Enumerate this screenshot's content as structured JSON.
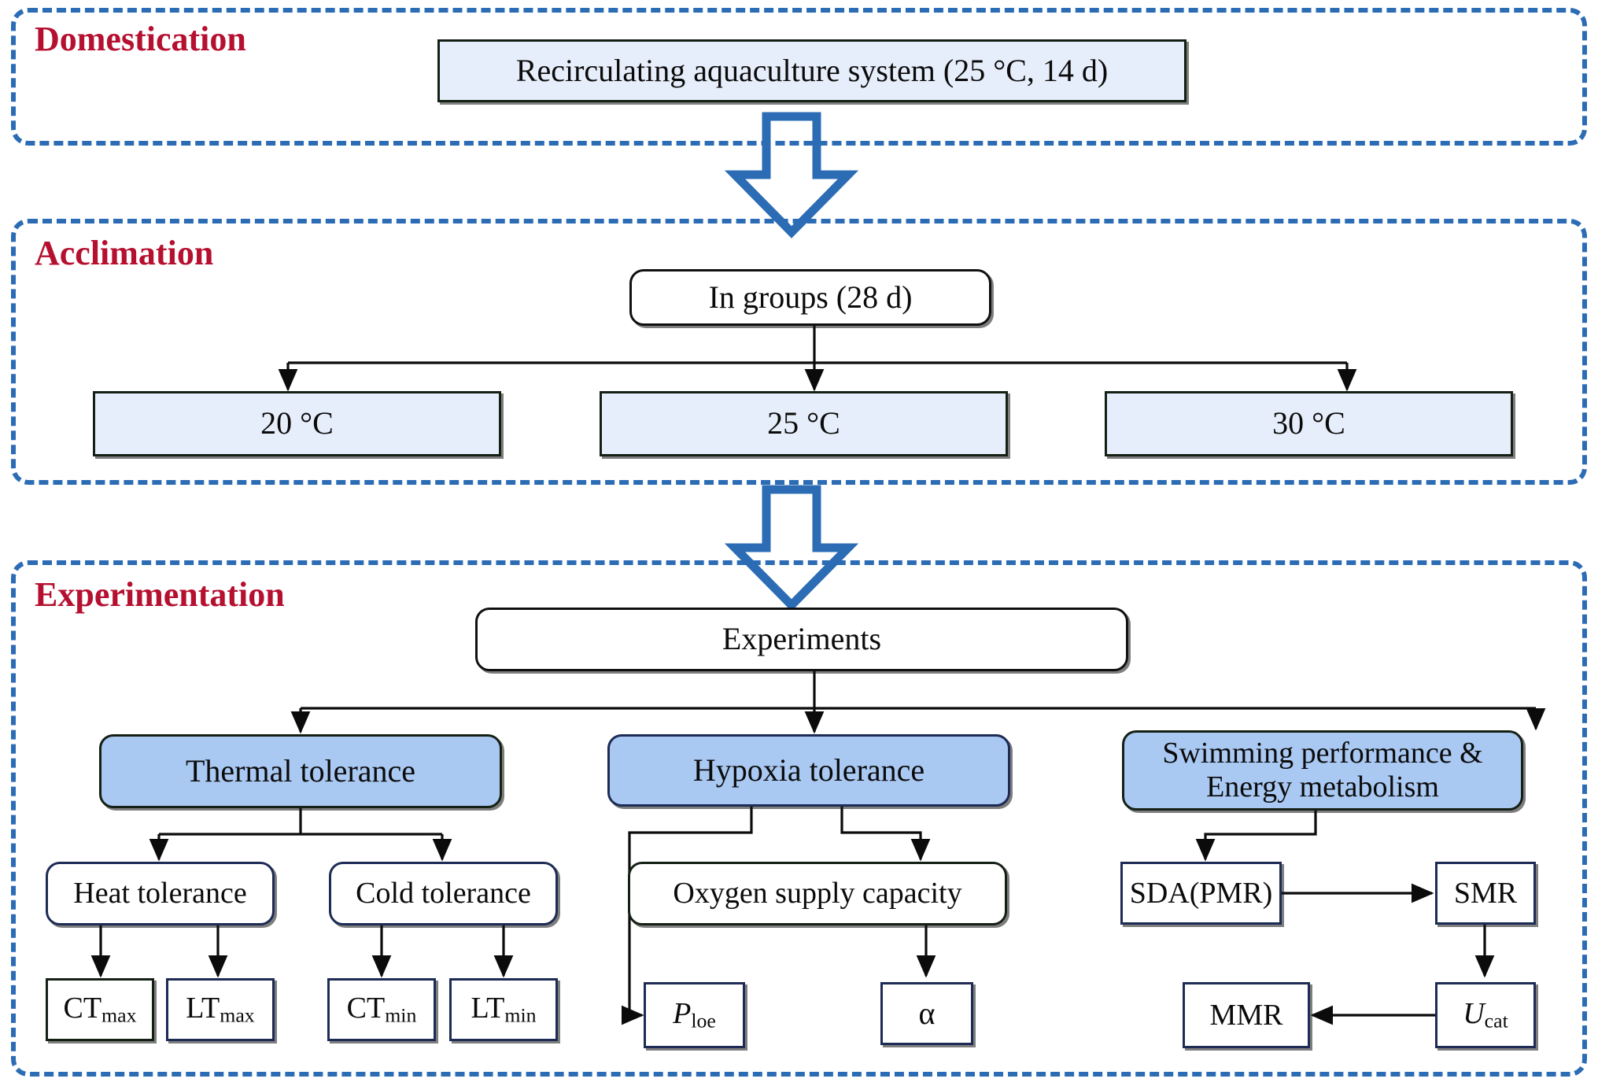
{
  "figure": {
    "type": "flowchart",
    "title": "Experimental design flowchart: domestication, acclimation and experimentation",
    "accent_blue": "#2b6cb5",
    "label_red": "#b51030",
    "box_pale_fill": "#e7eefb",
    "box_blue_fill": "#a9c8f2",
    "box_border": "#1d2b55"
  },
  "sections": [
    {
      "id": "domestication",
      "label": "Domestication"
    },
    {
      "id": "acclimation",
      "label": "Acclimation"
    },
    {
      "id": "experimentation",
      "label": "Experimentation"
    }
  ],
  "nodes": {
    "ras": {
      "text": "Recirculating aquaculture system (25 °C, 14 d)"
    },
    "in_groups": {
      "text": "In groups (28 d)"
    },
    "temp_20": {
      "text": "20 °C"
    },
    "temp_25": {
      "text": "25 °C"
    },
    "temp_30": {
      "text": "30 °C"
    },
    "experiments": {
      "text": "Experiments"
    },
    "thermal": {
      "text": "Thermal tolerance"
    },
    "hypoxia": {
      "text": "Hypoxia tolerance"
    },
    "swimming": {
      "line1": "Swimming performance &",
      "line2": "Energy metabolism"
    },
    "heat_tol": {
      "text": "Heat tolerance"
    },
    "cold_tol": {
      "text": "Cold tolerance"
    },
    "oxygen": {
      "text": "Oxygen supply capacity"
    },
    "sda": {
      "text": "SDA(PMR)"
    },
    "smr": {
      "text": "SMR"
    },
    "ctmax": {
      "base": "CT",
      "sub": "max"
    },
    "ltmax": {
      "base": "LT",
      "sub": "max"
    },
    "ctmin": {
      "base": "CT",
      "sub": "min"
    },
    "ltmin": {
      "base": "LT",
      "sub": "min"
    },
    "ploe": {
      "base": "P",
      "sub": "loe"
    },
    "alpha": {
      "text": "α"
    },
    "mmr": {
      "text": "MMR"
    },
    "ucat": {
      "base": "U",
      "sub": "cat"
    }
  },
  "connections": [
    {
      "from": "domestication",
      "to": "acclimation",
      "style": "block-arrow-down"
    },
    {
      "from": "acclimation",
      "to": "experimentation",
      "style": "block-arrow-down"
    },
    {
      "from": "in_groups",
      "to": "temp_20",
      "style": "elbow-arrow"
    },
    {
      "from": "in_groups",
      "to": "temp_25",
      "style": "straight-arrow"
    },
    {
      "from": "in_groups",
      "to": "temp_30",
      "style": "elbow-arrow"
    },
    {
      "from": "experiments",
      "to": "thermal",
      "style": "elbow-arrow"
    },
    {
      "from": "experiments",
      "to": "hypoxia",
      "style": "straight-arrow"
    },
    {
      "from": "experiments",
      "to": "swimming",
      "style": "elbow-arrow"
    },
    {
      "from": "thermal",
      "to": "heat_tol",
      "style": "elbow-arrow"
    },
    {
      "from": "thermal",
      "to": "cold_tol",
      "style": "elbow-arrow"
    },
    {
      "from": "heat_tol",
      "to": "ctmax",
      "style": "straight-arrow"
    },
    {
      "from": "heat_tol",
      "to": "ltmax",
      "style": "straight-arrow"
    },
    {
      "from": "cold_tol",
      "to": "ctmin",
      "style": "straight-arrow"
    },
    {
      "from": "cold_tol",
      "to": "ltmin",
      "style": "straight-arrow"
    },
    {
      "from": "hypoxia",
      "to": "ploe",
      "style": "elbow-arrow"
    },
    {
      "from": "hypoxia",
      "to": "oxygen",
      "style": "elbow-arrow"
    },
    {
      "from": "oxygen",
      "to": "alpha",
      "style": "straight-arrow"
    },
    {
      "from": "swimming",
      "to": "sda",
      "style": "elbow-arrow"
    },
    {
      "from": "sda",
      "to": "smr",
      "style": "straight-arrow"
    },
    {
      "from": "smr",
      "to": "ucat",
      "style": "straight-arrow"
    },
    {
      "from": "ucat",
      "to": "mmr",
      "style": "straight-arrow"
    }
  ]
}
